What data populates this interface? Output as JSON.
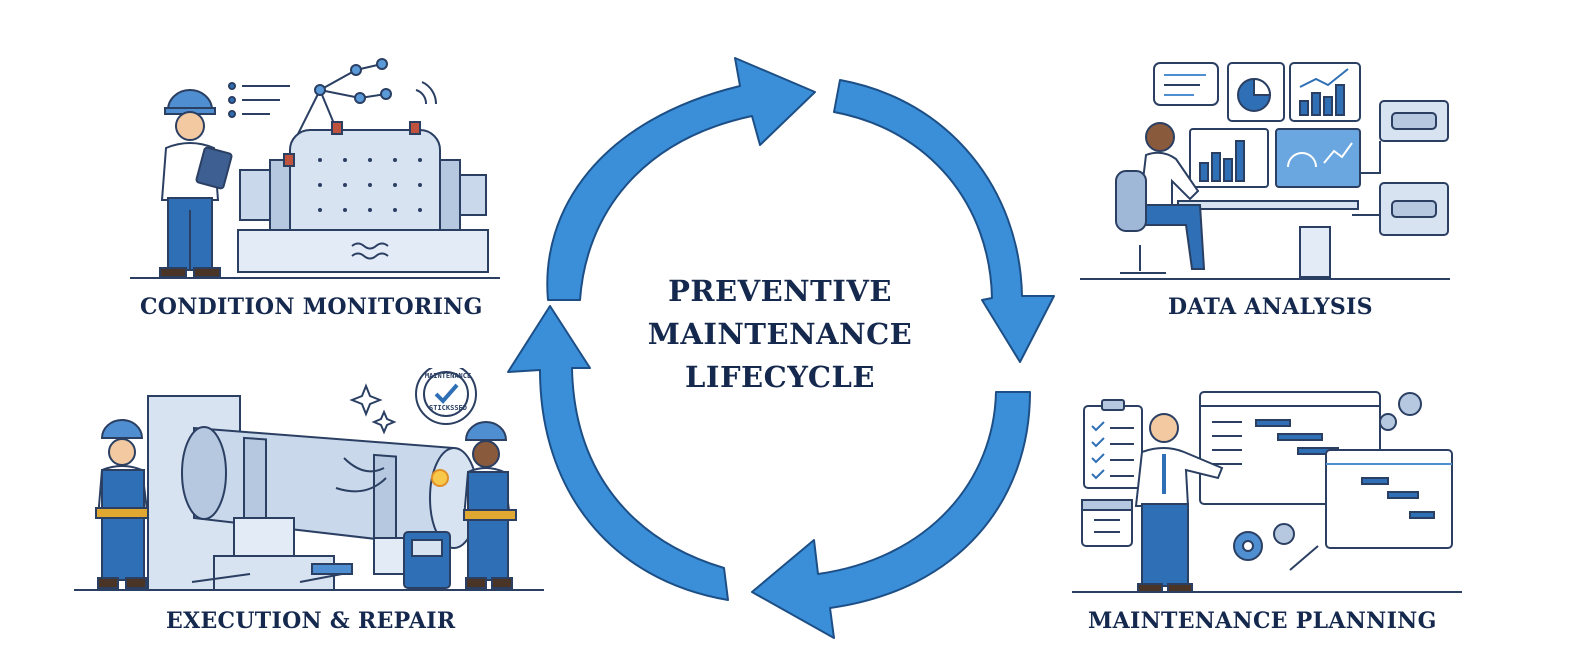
{
  "title": {
    "line1": "PREVENTIVE",
    "line2": "MAINTENANCE",
    "line3": "LIFECYCLE"
  },
  "stages": {
    "condition_monitoring": "CONDITION MONITORING",
    "data_analysis": "DATA ANALYSIS",
    "maintenance_planning": "MAINTENANCE PLANNING",
    "execution_repair": "EXECUTION & REPAIR"
  },
  "stamp": {
    "top": "MAINTENANCE",
    "bottom": "STICKSSED"
  },
  "colors": {
    "arrow": "#3a8fd8",
    "arrow_outline": "#1d4f86",
    "title": "#15284d",
    "line": "#2b3f63",
    "steel": "#c9d8ea",
    "blue": "#2f6fb5",
    "skin": "#f2c9a0"
  },
  "icons": [
    "hard-hat-icon",
    "tablet-icon",
    "wifi-icon",
    "gear-icon",
    "wrench-icon",
    "calendar-icon",
    "checklist-icon",
    "pie-chart-icon",
    "bar-chart-icon",
    "gauge-icon"
  ]
}
